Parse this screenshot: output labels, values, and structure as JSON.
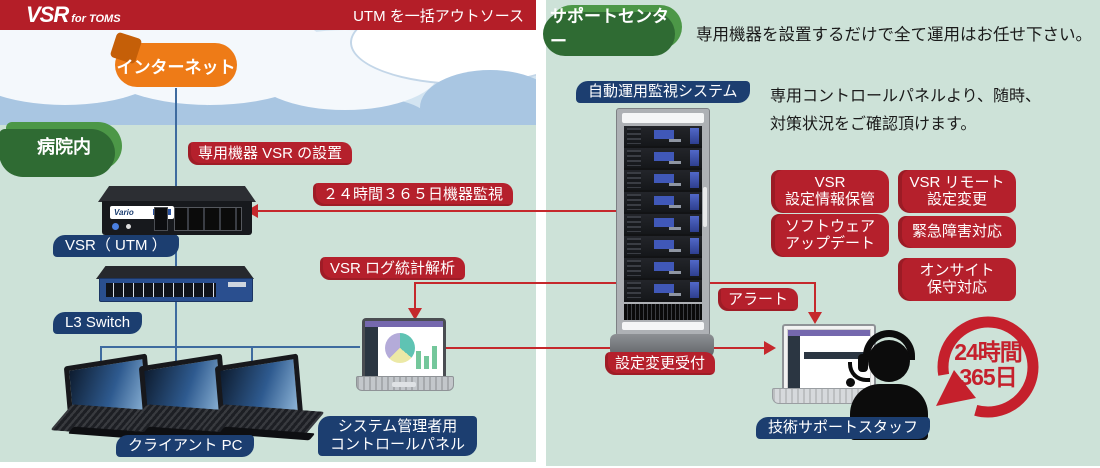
{
  "banner": {
    "logo_main": "VSR",
    "logo_sub": "for TOMS",
    "tagline": "UTM を一括アウトソース"
  },
  "left": {
    "internet_label": "インターネット",
    "hospital_label": "病院内",
    "install_label": "専用機器 VSR の設置",
    "monitor_label": "２４時間３６５日機器監視",
    "vsr_label": "VSR（ UTM ）",
    "switch_label": "L3 Switch",
    "client_label": "クライアント PC",
    "log_label": "VSR ログ統計解析",
    "admin_panel_line1": "システム管理者用",
    "admin_panel_line2": "コントロールパネル",
    "device_brand": "Vario"
  },
  "right": {
    "support_center_label": "サポートセンター",
    "headline": "専用機器を設置するだけで全て運用はお任せ下さい。",
    "monitoring_system_label": "自動運用監視システム",
    "panel_note_line1": "専用コントロールパネルより、随時、",
    "panel_note_line2": "対策状況をご確認頂けます。",
    "services": [
      {
        "line1": "VSR",
        "line2": "設定情報保管"
      },
      {
        "line1": "VSR リモート",
        "line2": "設定変更"
      },
      {
        "line1": "ソフトウェア",
        "line2": "アップデート"
      },
      {
        "line1": "緊急障害対応",
        "line2": ""
      },
      {
        "line1": "オンサイト",
        "line2": "保守対応"
      }
    ],
    "alert_label": "アラート",
    "change_request_label": "設定変更受付",
    "staff_label": "技術サポートスタッフ",
    "badge_line1": "24時間",
    "badge_line2": "365日"
  },
  "colors": {
    "banner_red": "#b41e28",
    "label_red": "#b5202c",
    "line_red": "#c5282c",
    "navy": "#1c3e70",
    "green_button": "#4c9747",
    "green_dark": "#2f6b33",
    "orange": "#ee7b17",
    "panel_bg": "#cde2d8",
    "sky_bg": "#d3e4f1",
    "line_blue": "#3e6b9f"
  }
}
